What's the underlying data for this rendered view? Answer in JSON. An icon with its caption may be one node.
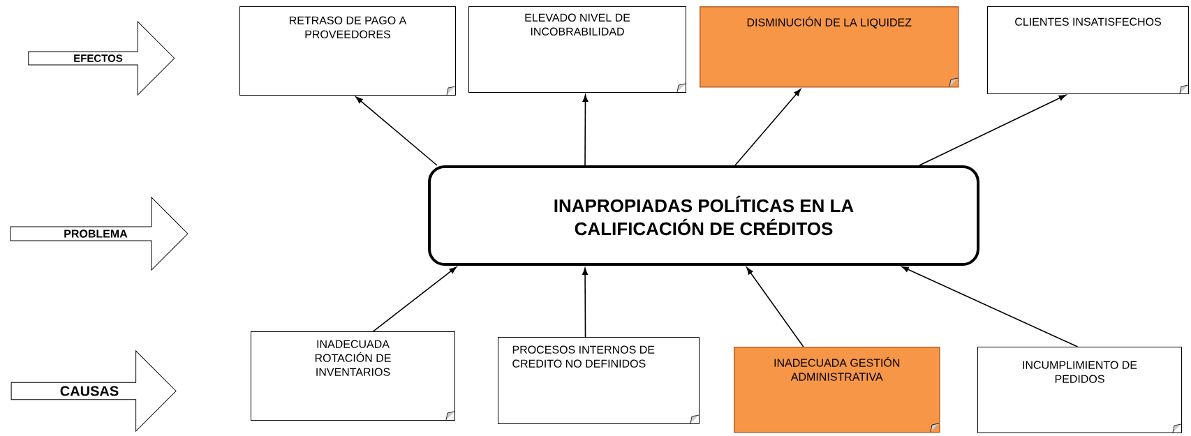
{
  "diagram": {
    "nodes": [
      {
        "text": [
          "EFECTOS"
        ]
      },
      {
        "text": [
          "RETRASO DE PAGO A PROVEEDORES"
        ]
      },
      {
        "text": [
          "ELEVADO NIVEL DE INCOBRABILIDAD"
        ]
      },
      {
        "text": [
          "DISMINUCIÓN DE LA LIQUIDEZ"
        ]
      },
      {
        "text": [
          "CLIENTES INSATISFECHOS"
        ]
      },
      {
        "text": [
          "PROBLEMA"
        ]
      },
      {
        "text": [
          "INAPROPIADAS POLÍTICAS EN LA CALIFICACIÓN DE CRÉDITOS"
        ]
      },
      {
        "text": [
          "CAUSAS"
        ]
      },
      {
        "text": [
          "INADECUADA ROTACIÓN DE INVENTARIOS"
        ]
      },
      {
        "text": [
          "PROCESOS INTERNOS DE CREDITO NO DEFINIDOS"
        ]
      },
      {
        "text": [
          "INADECUADA GESTIÓN ADMINISTRATIVA"
        ]
      },
      {
        "text": [
          "INCUMPLIMIENTO DE PEDIDOS"
        ]
      }
    ],
    "edges": [
      {
        "from": 6,
        "to": 1,
        "arrow": "to"
      },
      {
        "from": 6,
        "to": 2,
        "arrow": "to"
      },
      {
        "from": 6,
        "to": 3,
        "arrow": "to"
      },
      {
        "from": 6,
        "to": 4,
        "arrow": "to"
      },
      {
        "from": 8,
        "to": 6,
        "arrow": "to"
      },
      {
        "from": 9,
        "to": 6,
        "arrow": "to"
      },
      {
        "from": 10,
        "to": 6,
        "arrow": "to"
      },
      {
        "from": 11,
        "to": 6,
        "arrow": "to"
      }
    ]
  }
}
